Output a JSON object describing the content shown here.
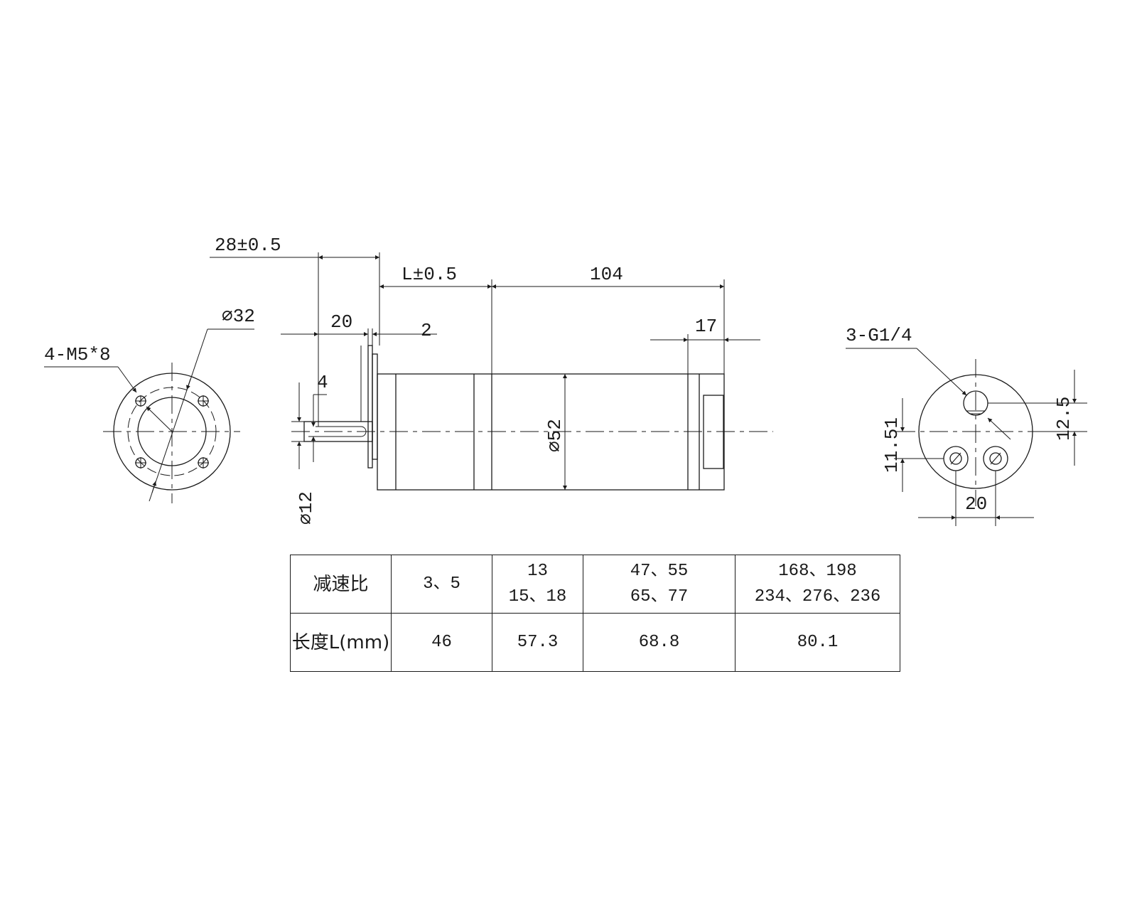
{
  "front_view": {
    "thread_label": "4-M5*8",
    "bolt_circle_label": "⌀32"
  },
  "side_view": {
    "dim_overall_front": "28±0.5",
    "dim_gearbox_length": "L±0.5",
    "dim_motor_length": "104",
    "dim_shaft_length": "20",
    "dim_flange": "2",
    "dim_key": "4",
    "dim_rear_cap": "17",
    "dim_body_diameter": "⌀52",
    "dim_shaft_diameter": "⌀12"
  },
  "rear_view": {
    "port_label": "3-G1/4",
    "dim_vertical_small": "12.5",
    "dim_vertical_large": "11.51",
    "dim_horizontal": "20"
  },
  "spec_table": {
    "row1_header": "减速比",
    "row2_header": "长度L(mm)",
    "ratios": [
      {
        "line1": "3、5",
        "line2": ""
      },
      {
        "line1": "13",
        "line2": "15、18"
      },
      {
        "line1": "47、55",
        "line2": "65、77"
      },
      {
        "line1": "168、198",
        "line2": "234、276、236"
      }
    ],
    "lengths": [
      "46",
      "57.3",
      "68.8",
      "80.1"
    ]
  }
}
